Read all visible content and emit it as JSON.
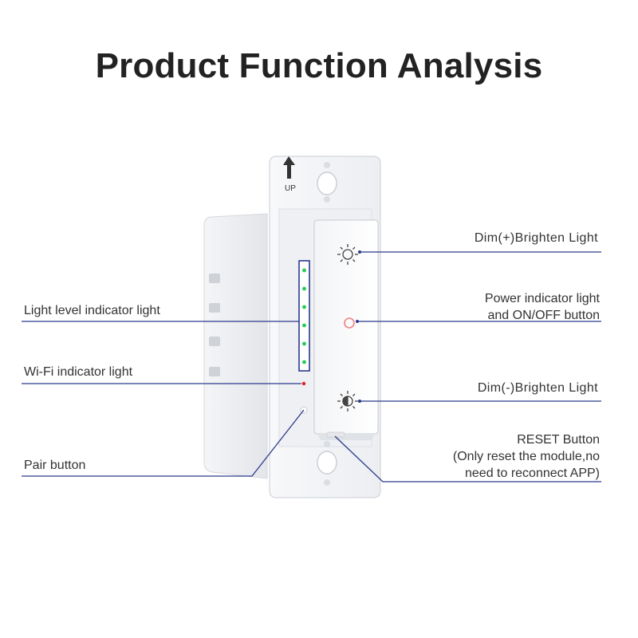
{
  "title": "Product Function Analysis",
  "device": {
    "up_marker": "UP"
  },
  "callouts": {
    "light_level": "Light level indicator light",
    "wifi": "Wi-Fi indicator light",
    "pair": "Pair button",
    "dim_plus": "Dim(+)Brighten Light",
    "power_line1": "Power indicator light",
    "power_line2": "and ON/OFF button",
    "dim_minus": "Dim(-)Brighten Light",
    "reset_line1": "RESET Button",
    "reset_line2": "(Only reset the module,no",
    "reset_line3": "need to reconnect APP)"
  },
  "colors": {
    "leader_line": "#2b3a8c",
    "level_led": "#22cc55",
    "wifi_led": "#e02020",
    "power_ring": "#f08080",
    "title": "#222222"
  },
  "icons": {
    "dim_plus": "sun-outline-icon",
    "dim_minus": "sun-half-filled-icon",
    "up_arrow": "arrow-up-icon"
  }
}
